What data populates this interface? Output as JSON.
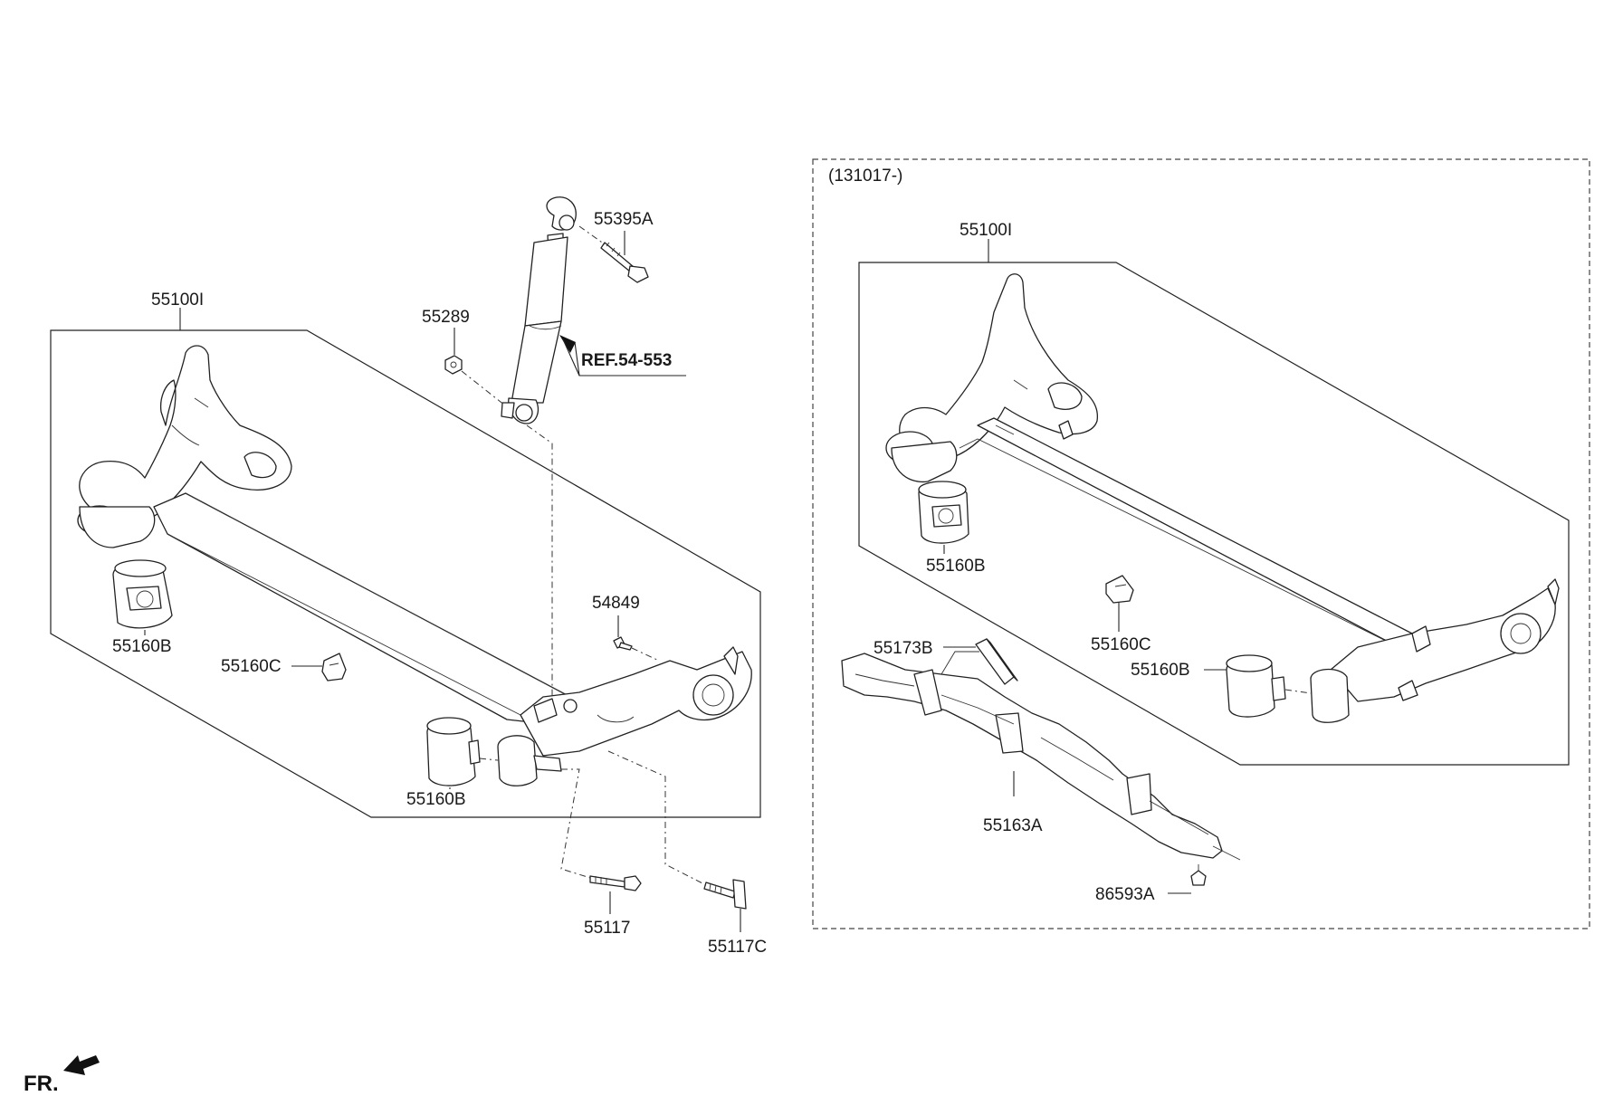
{
  "date_range_label": "(131017-)",
  "ref_label": "REF.54-553",
  "front_label": "FR.",
  "left_assembly": {
    "torsion_beam": "55100I",
    "shock_bolt": "55395A",
    "shock_nut": "55289",
    "bushing_top": "55160B",
    "bushing_bottom": "55160B",
    "stopper": "55160C",
    "bracket_bolt": "54849",
    "mount_bolt": "55117",
    "mount_bolt_c": "55117C"
  },
  "right_assembly": {
    "torsion_beam": "55100I",
    "bushing_left": "55160B",
    "stopper": "55160C",
    "bushing_right": "55160B",
    "cover_bracket": "55173B",
    "under_cover": "55163A",
    "clip": "86593A"
  }
}
